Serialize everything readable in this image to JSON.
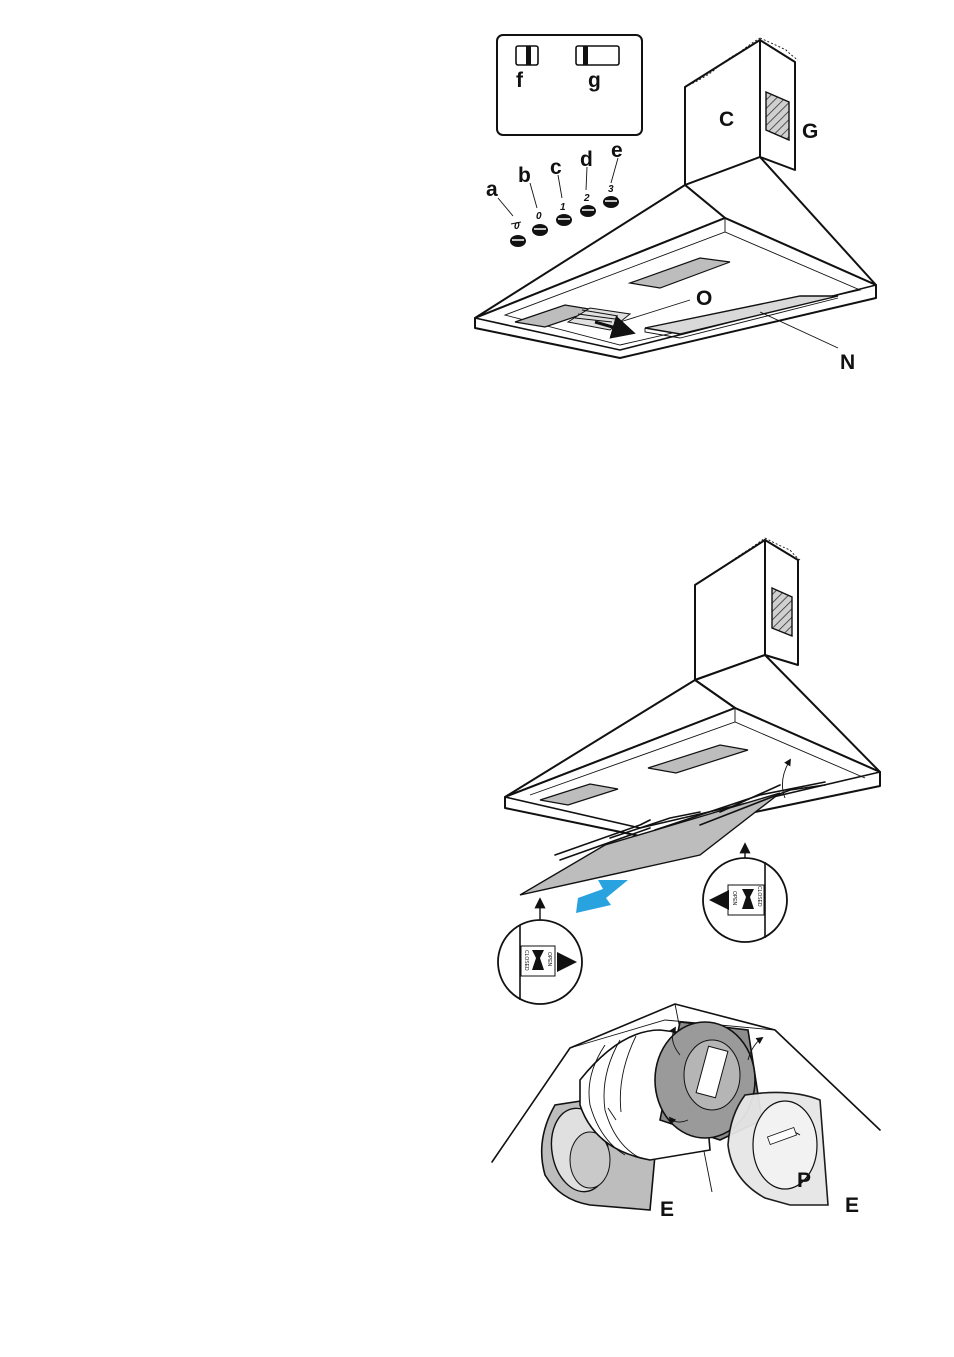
{
  "labels": {
    "a": "a",
    "b": "b",
    "c": "c",
    "d": "d",
    "e": "e",
    "f": "f",
    "g": "g",
    "C": "C",
    "G": "G",
    "O": "O",
    "N": "N",
    "P": "P",
    "E_left": "E",
    "E_right": "E"
  },
  "knob_numbers": [
    "0",
    "0",
    "1",
    "2",
    "3"
  ],
  "latch_text": {
    "closed": "CLOSED",
    "open": "OPEN"
  },
  "colors": {
    "line": "#111111",
    "filter_gray": "#bdbdbd",
    "filter_dark": "#8c8c8c",
    "arrow_blue": "#29a3e0",
    "carbon_light": "#e6e6e6"
  }
}
